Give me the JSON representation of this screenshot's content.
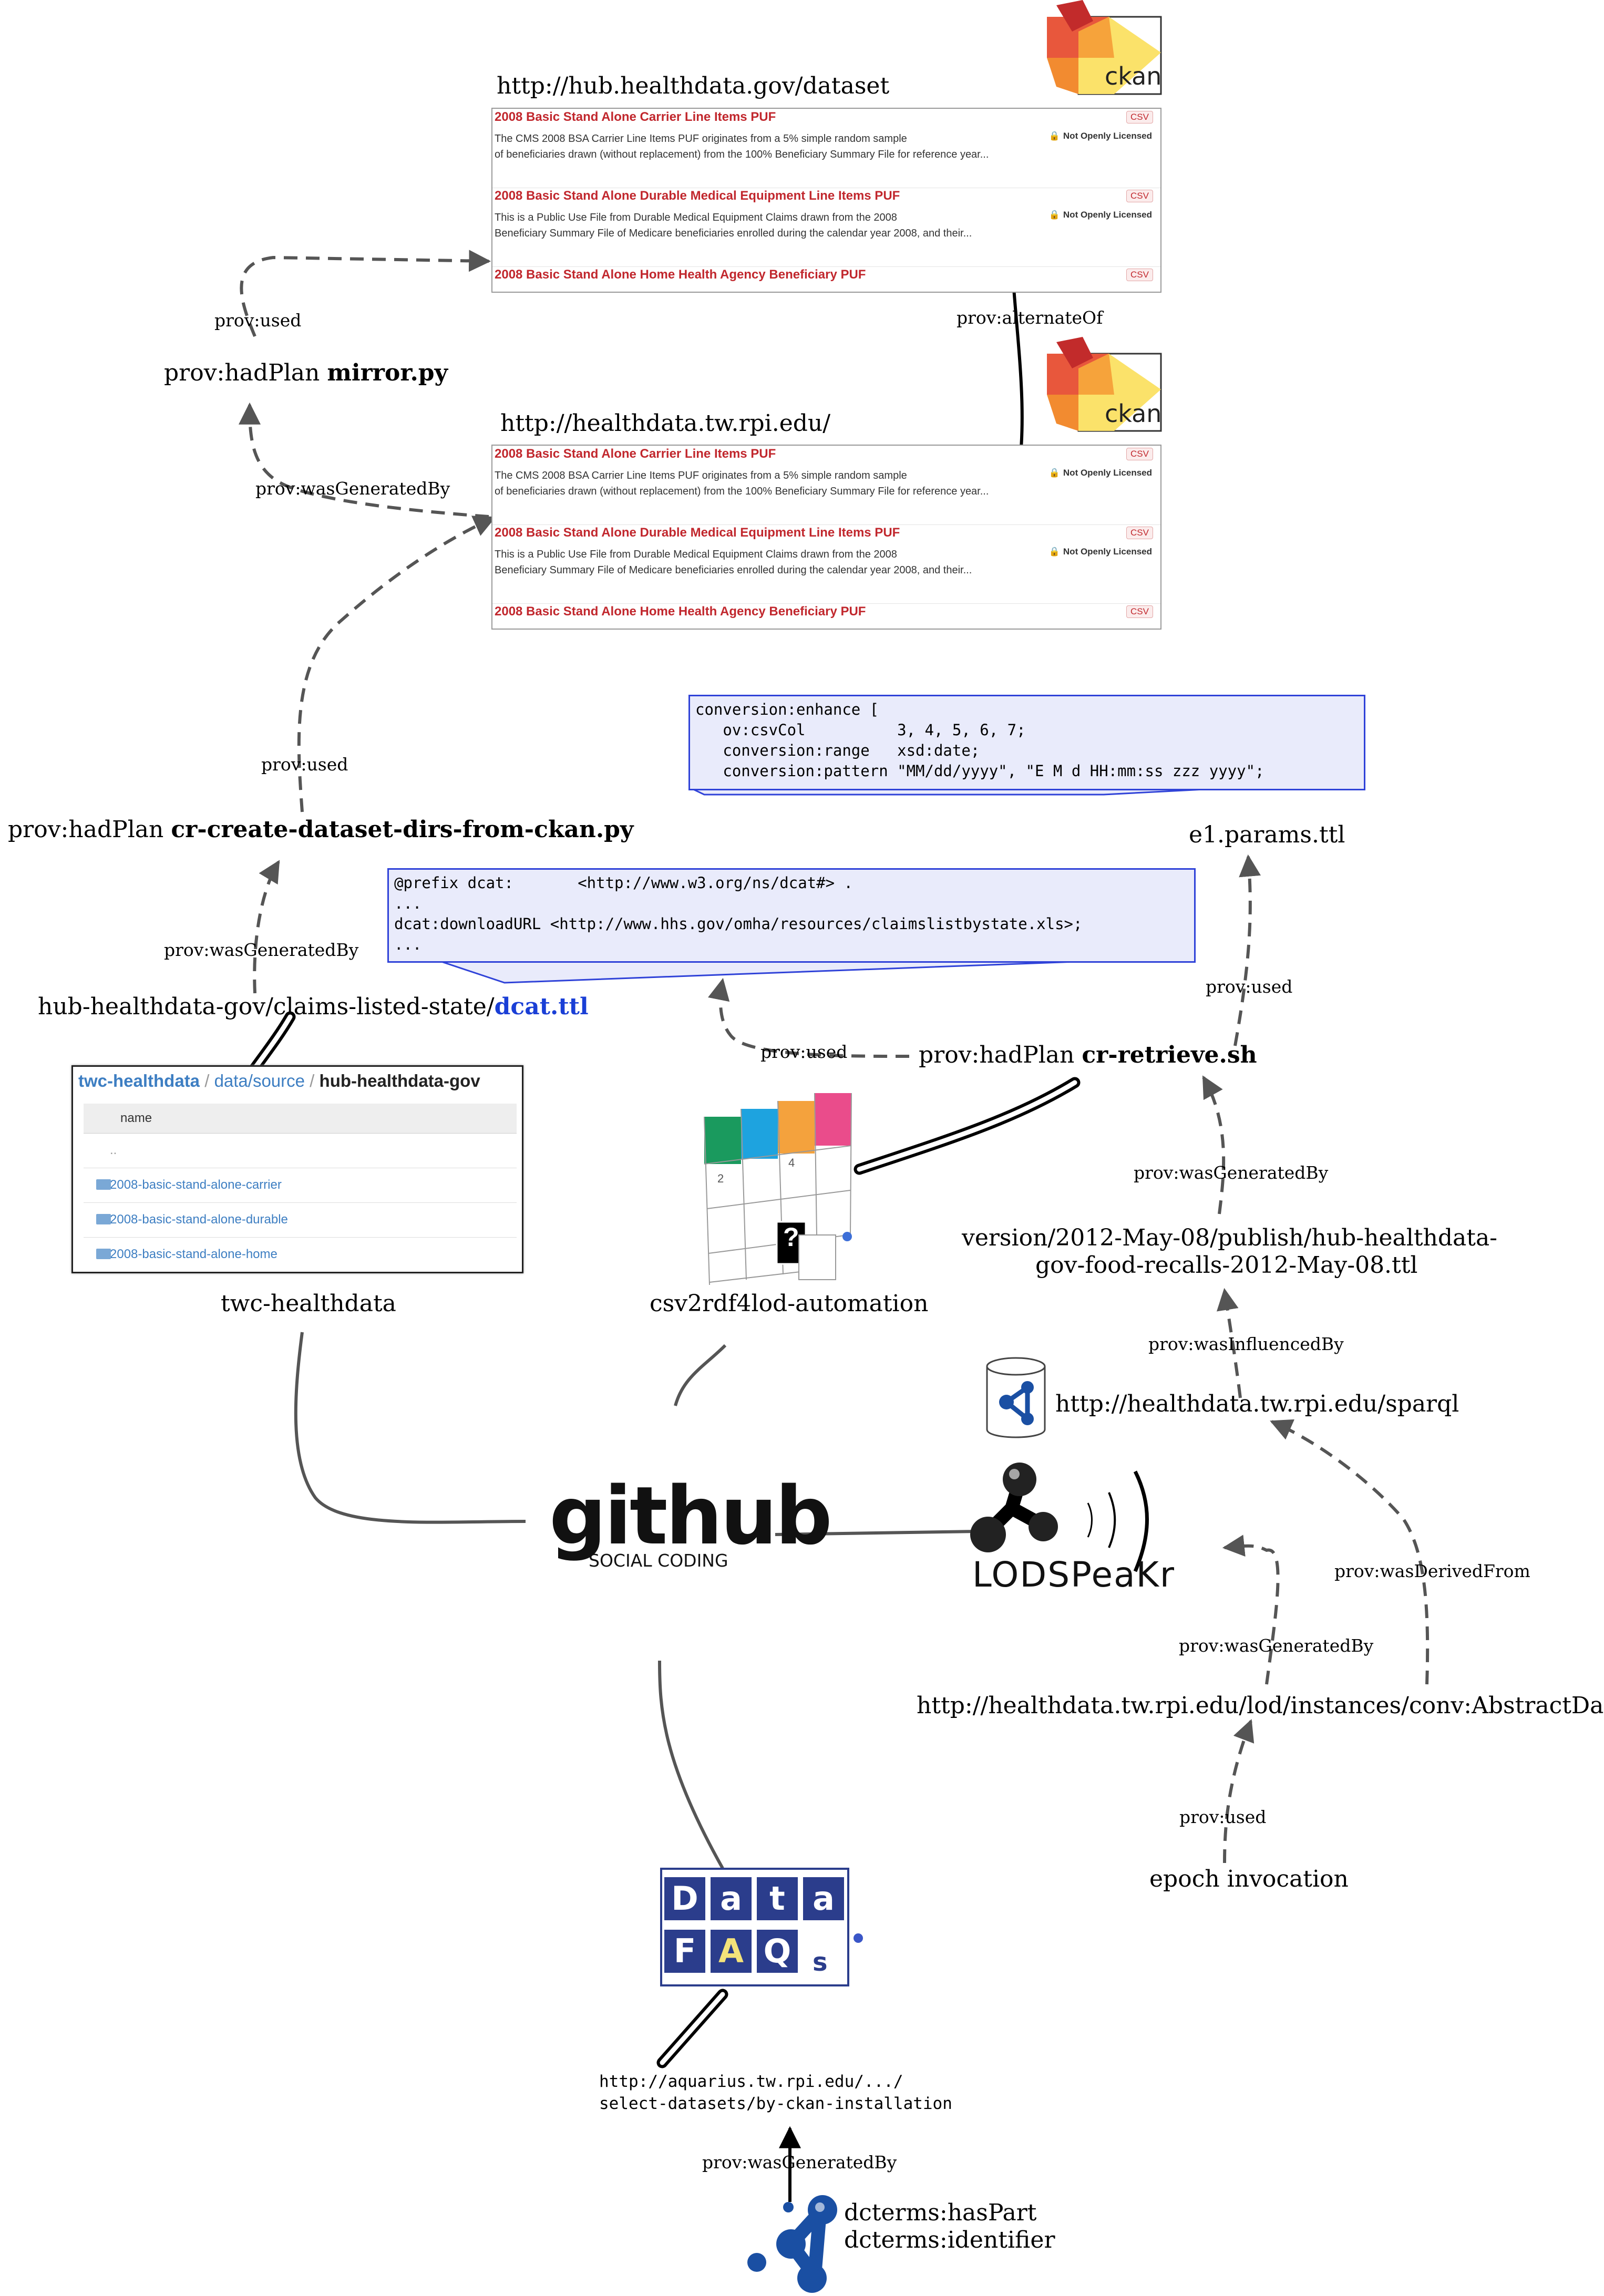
{
  "urls": {
    "hub_dataset": "http://hub.healthdata.gov/dataset",
    "tw_healthdata": "http://healthdata.tw.rpi.edu/",
    "sparql": "http://healthdata.tw.rpi.edu/sparql",
    "abstract_dataset": "http://healthdata.tw.rpi.edu/lod/instances/conv:AbstractDataset",
    "aquarius_line1": "http://aquarius.tw.rpi.edu/.../",
    "aquarius_line2": "select-datasets/by-ckan-installation"
  },
  "labels": {
    "prov_used_1": "prov:used",
    "prov_was_generated_by_1": "prov:wasGeneratedBy",
    "prov_alternate_of": "prov:alternateOf",
    "prov_used_2": "prov:used",
    "prov_was_generated_by_2": "prov:wasGeneratedBy",
    "prov_used_3": "prov:used",
    "prov_used_4": "prov:used",
    "prov_was_generated_by_3": "prov:wasGeneratedBy",
    "prov_was_influenced_by": "prov:wasInfluencedBy",
    "prov_was_derived_from": "prov:wasDerivedFrom",
    "prov_was_generated_by_4": "prov:wasGeneratedBy",
    "prov_used_5": "prov:used",
    "prov_was_generated_by_5": "prov:wasGeneratedBy"
  },
  "plans": {
    "prefix": "prov:hadPlan ",
    "mirror": "mirror.py",
    "create_dirs": "cr-create-dataset-dirs-from-ckan.py",
    "retrieve": "cr-retrieve.sh"
  },
  "nodes": {
    "dcat_path_prefix": "hub-healthdata-gov/claims-listed-state/",
    "dcat_file": "dcat.ttl",
    "e1_params": "e1.params.ttl",
    "twc_healthdata": "twc-healthdata",
    "csv2rdf4lod": "csv2rdf4lod-automation",
    "version_line1": "version/2012-May-08/publish/hub-healthdata-",
    "version_line2": "gov-food-recalls-2012-May-08.ttl",
    "epoch": "epoch invocation",
    "dcterms_haspart": "dcterms:hasPart",
    "dcterms_identifier": "dcterms:identifier"
  },
  "ckan_logo_text": "ckan",
  "dataset_listing": {
    "rows": [
      {
        "title": "2008 Basic Stand Alone Carrier Line Items PUF",
        "format": "CSV",
        "desc1": "The CMS 2008 BSA Carrier Line Items PUF originates from a 5% simple random sample",
        "desc2": "of beneficiaries drawn (without replacement) from the 100% Beneficiary Summary File for reference year...",
        "license": "Not Openly Licensed"
      },
      {
        "title": "2008 Basic Stand Alone Durable Medical Equipment Line Items PUF",
        "format": "CSV",
        "desc1": "This is a Public Use File from Durable Medical Equipment Claims drawn from the 2008",
        "desc2": "Beneficiary Summary File of Medicare beneficiaries enrolled during the calendar year 2008, and their...",
        "license": "Not Openly Licensed"
      },
      {
        "title": "2008 Basic Stand Alone Home Health Agency Beneficiary PUF",
        "format": "CSV"
      }
    ]
  },
  "code_params": {
    "l1": "conversion:enhance [",
    "l2": "   ov:csvCol          3, 4, 5, 6, 7;",
    "l3": "   conversion:range   xsd:date;",
    "l4": "   conversion:pattern \"MM/dd/yyyy\", \"E M d HH:mm:ss zzz yyyy\";"
  },
  "code_dcat": {
    "l1": "@prefix dcat:       <http://www.w3.org/ns/dcat#> .",
    "l2": "...",
    "l3": "dcat:downloadURL <http://www.hhs.gov/omha/resources/claimslistbystate.xls>;",
    "l4": "..."
  },
  "file_browser": {
    "crumb_root": "twc-healthdata",
    "crumb_sep1": " / ",
    "crumb_mid": "data/source",
    "crumb_sep2": " / ",
    "crumb_current": "hub-healthdata-gov",
    "header": "name",
    "parent": "..",
    "files": [
      "2008-basic-stand-alone-carrier",
      "2008-basic-stand-alone-durable",
      "2008-basic-stand-alone-home"
    ]
  },
  "csv_grid_numbers": [
    "2",
    "4"
  ],
  "github": {
    "word": "github",
    "tagline": "SOCIAL CODING"
  },
  "lodspeakr": "LODSPeaKr",
  "datafaqs": {
    "letters": [
      "D",
      "a",
      "t",
      "a",
      "F",
      "A",
      "Q"
    ],
    "s": "s"
  },
  "colors": {
    "dashed_arrow": "#555555",
    "solid_arrow": "#000000",
    "listing_title": "#c1272d",
    "code_border": "#2f42d8",
    "code_fill": "#e9ebfb",
    "link_blue": "#1a3fd6",
    "tile_blue": "#2b3d8c",
    "grid_colors": [
      "#1a9a5e",
      "#1ea3df",
      "#f4a23d",
      "#ea4c8b"
    ]
  }
}
